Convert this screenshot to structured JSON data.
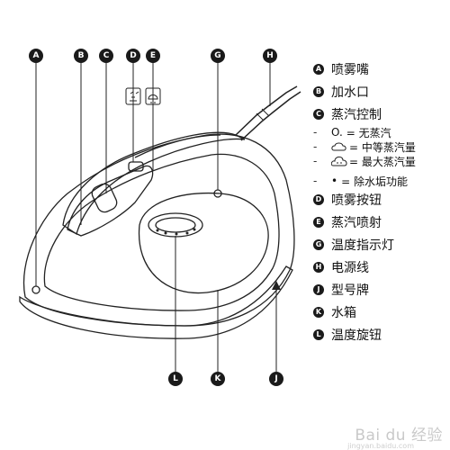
{
  "callouts_top": [
    "A",
    "B",
    "C",
    "D",
    "E",
    "G",
    "H"
  ],
  "callouts_bottom": [
    "L",
    "K",
    "J"
  ],
  "legend": [
    {
      "mark": "A",
      "text": "喷雾嘴"
    },
    {
      "mark": "B",
      "text": "加水口"
    },
    {
      "mark": "C",
      "text": "蒸汽控制"
    },
    {
      "mark": "D",
      "text": "喷雾按钮"
    },
    {
      "mark": "E",
      "text": "蒸汽喷射"
    },
    {
      "mark": "G",
      "text": "温度指示灯"
    },
    {
      "mark": "H",
      "text": "电源线"
    },
    {
      "mark": "J",
      "text": "型号牌"
    },
    {
      "mark": "K",
      "text": "水箱"
    },
    {
      "mark": "L",
      "text": "温度旋钮"
    }
  ],
  "steam_settings": [
    {
      "symbol": "O.",
      "text": "= 无蒸汽"
    },
    {
      "symbol": "cloud-small-icon",
      "text": "= 中等蒸汽量"
    },
    {
      "symbol": "cloud-large-icon",
      "text": "= 最大蒸汽量"
    },
    {
      "symbol": "•",
      "text": "= 除水垢功能"
    }
  ],
  "watermark": "Bai du 经验",
  "watermark_sub": "jingyan.baidu.com"
}
